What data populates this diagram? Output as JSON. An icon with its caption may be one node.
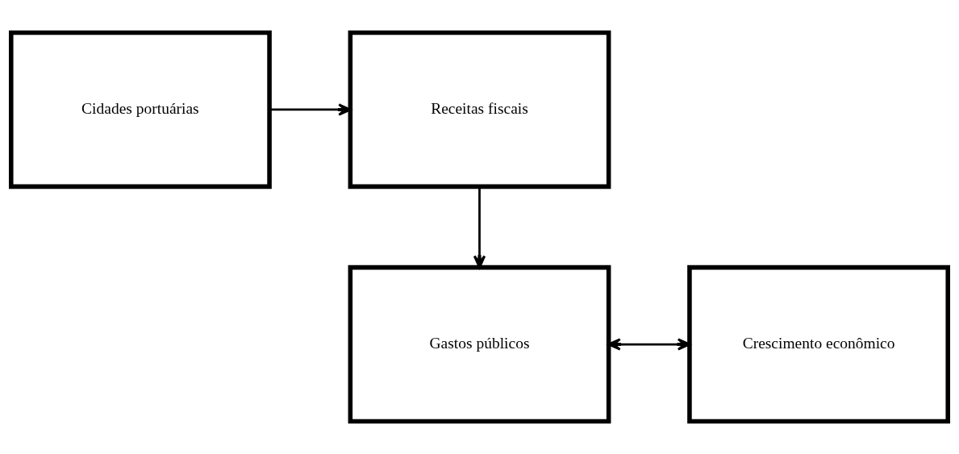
{
  "diagram": {
    "nodes": [
      {
        "text": [
          "Cidades portuárias"
        ]
      },
      {
        "text": [
          "Receitas fiscais"
        ]
      },
      {
        "text": [
          "Gastos públicos"
        ]
      },
      {
        "text": [
          "Crescimento econômico"
        ]
      }
    ],
    "edges": [
      {
        "from": 0,
        "to": 1,
        "arrow": "to"
      },
      {
        "from": 1,
        "to": 2,
        "arrow": "to"
      },
      {
        "from": 2,
        "to": 3,
        "arrow": "both"
      }
    ]
  }
}
